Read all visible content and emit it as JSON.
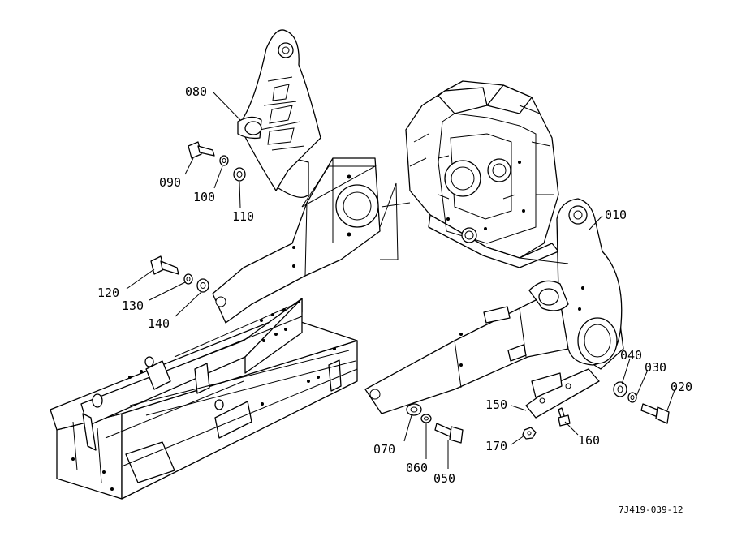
{
  "callouts": [
    {
      "id": "010",
      "label": "010"
    },
    {
      "id": "020",
      "label": "020"
    },
    {
      "id": "030",
      "label": "030"
    },
    {
      "id": "040",
      "label": "040"
    },
    {
      "id": "050",
      "label": "050"
    },
    {
      "id": "060",
      "label": "060"
    },
    {
      "id": "070",
      "label": "070"
    },
    {
      "id": "080",
      "label": "080"
    },
    {
      "id": "090",
      "label": "090"
    },
    {
      "id": "100",
      "label": "100"
    },
    {
      "id": "110",
      "label": "110"
    },
    {
      "id": "120",
      "label": "120"
    },
    {
      "id": "130",
      "label": "130"
    },
    {
      "id": "140",
      "label": "140"
    },
    {
      "id": "150",
      "label": "150"
    },
    {
      "id": "160",
      "label": "160"
    },
    {
      "id": "170",
      "label": "170"
    }
  ],
  "drawing_ref": "7J419-039-12"
}
